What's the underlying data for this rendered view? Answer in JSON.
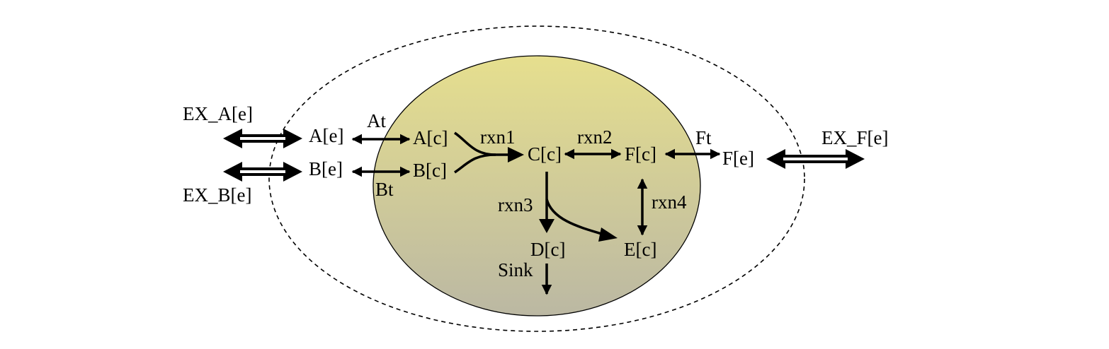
{
  "colors": {
    "cell_top": "#e6df8e",
    "cell_bottom": "#bbb8a3",
    "stroke": "#000000",
    "background": "#ffffff"
  },
  "metabolites": {
    "a_e": "A[e]",
    "b_e": "B[e]",
    "a_c": "A[c]",
    "b_c": "B[c]",
    "c_c": "C[c]",
    "f_c": "F[c]",
    "f_e": "F[e]",
    "d_c": "D[c]",
    "e_c": "E[c]"
  },
  "reactions": {
    "ex_a": "EX_A[e]",
    "ex_b": "EX_B[e]",
    "ex_f": "EX_F[e]",
    "at": "At",
    "bt": "Bt",
    "rxn1": "rxn1",
    "rxn2": "rxn2",
    "rxn3": "rxn3",
    "rxn4": "rxn4",
    "ft": "Ft",
    "sink": "Sink"
  }
}
